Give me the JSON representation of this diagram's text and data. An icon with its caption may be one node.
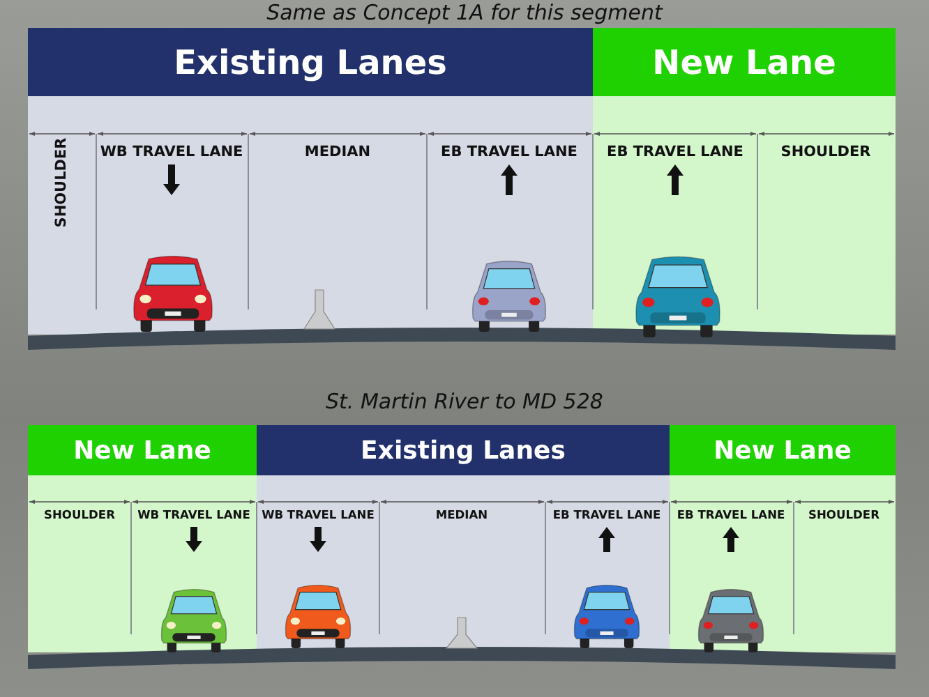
{
  "diagram": {
    "nodes": [
      {
        "text": [
          "Existing Lanes"
        ]
      },
      {
        "text": [
          "New Lane"
        ]
      },
      {
        "text": [
          "New Lane"
        ]
      },
      {
        "text": [
          "Existing Lanes"
        ]
      },
      {
        "text": [
          "New Lane"
        ]
      }
    ],
    "labels": [
      "Same as Concept 1A for this segment",
      "SHOULDER",
      "WB TRAVEL LANE",
      "MEDIAN",
      "EB TRAVEL LANE",
      "EB TRAVEL LANE",
      "SHOULDER",
      "St. Martin River to MD 528",
      "SHOULDER",
      "WB TRAVEL LANE",
      "WB TRAVEL LANE",
      "MEDIAN",
      "EB TRAVEL LANE",
      "EB TRAVEL LANE",
      "SHOULDER"
    ]
  }
}
